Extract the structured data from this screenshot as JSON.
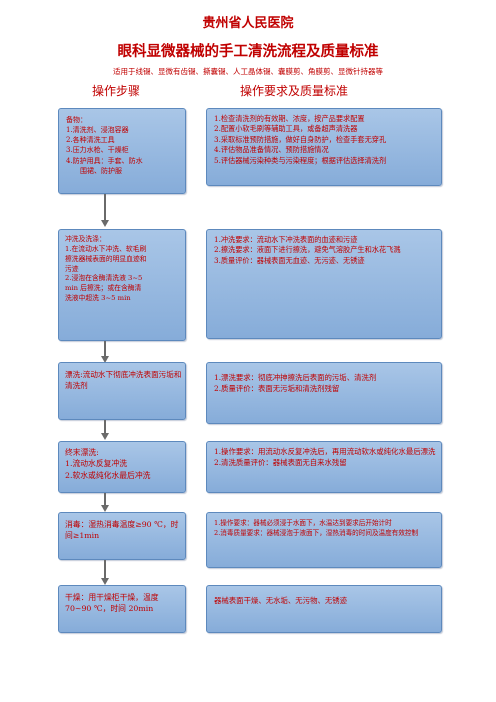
{
  "header": {
    "hospital": "贵州省人民医院",
    "title": "眼科显微器械的手工清洗流程及质量标准",
    "subtitle": "适用于线镊、显微有齿镊、撕囊镊、人工晶体镊、囊膜剪、角膜剪、显微针持器等",
    "col_left": "操作步骤",
    "col_right": "操作要求及质量标准"
  },
  "steps": [
    {
      "left": [
        "备物：",
        "1.清洗剂、浸泡容器",
        "2.各种清洗工具",
        "3.压力水枪、干燥柜",
        "4.防护用具：手套、防水",
        "　　围裙、防护服"
      ],
      "right": [
        "1.检查清洗剂的有效期、浓度，按产品要求配置",
        "2.配置小软毛刷等辅助工具，或备超声清洗器",
        "3.采取标准预防措施，做好自身防护，检查手套无穿孔",
        "4.评估物品准备情况、预防措施情况",
        "5.评估器械污染种类与污染程度；根据评估选择清洗剂"
      ]
    },
    {
      "left": [
        "冲洗及洗涤：",
        "1.在流动水下冲洗、软毛刷擦洗器械表面的明显血迹和污迹",
        "2.浸泡在含酶清洗液 3~5 min 后擦洗；或在含酶清洗液中超洗 3~5 min"
      ],
      "right": [
        "1.冲洗要求：流动水下冲洗表面的血迹和污迹",
        "2.擦洗要求：液面下进行擦洗，避免气溶胶产生和水花飞溅",
        "3.质量评价：器械表面无血迹、无污迹、无锈迹"
      ]
    },
    {
      "left": [
        "漂洗:流动水下彻底冲洗表面污垢和清洗剂"
      ],
      "right": [
        "1.漂洗要求：彻底冲抻擦洗后表面的污垢、清洗剂",
        "2.质量评价：表面无污垢和清洗剂残留"
      ]
    },
    {
      "left": [
        "终末漂洗:",
        "1.流动水反复冲洗",
        "2.软水或纯化水最后冲洗"
      ],
      "right": [
        "1.操作要求：用流动水反复冲洗后，再用流动软水或纯化水最后漂洗",
        "2.清洗质量评价：器械表面无自来水残留"
      ]
    },
    {
      "left": [
        "消毒：湿热消毒温度≥90 ℃，时间≥1min"
      ],
      "right": [
        "1.操作要求：器械必须浸于水面下，水温达到要求后开始计时",
        "2.消毒质量要求：器械浸泡于液面下，湿热消毒的时间及温度有效控制"
      ]
    },
    {
      "left": [
        "干燥：用干燥柜干燥，温度 70~90 ℃，时间 20min"
      ],
      "right": [
        "器械表面干燥、无水垢、无污物、无锈迹"
      ]
    }
  ]
}
